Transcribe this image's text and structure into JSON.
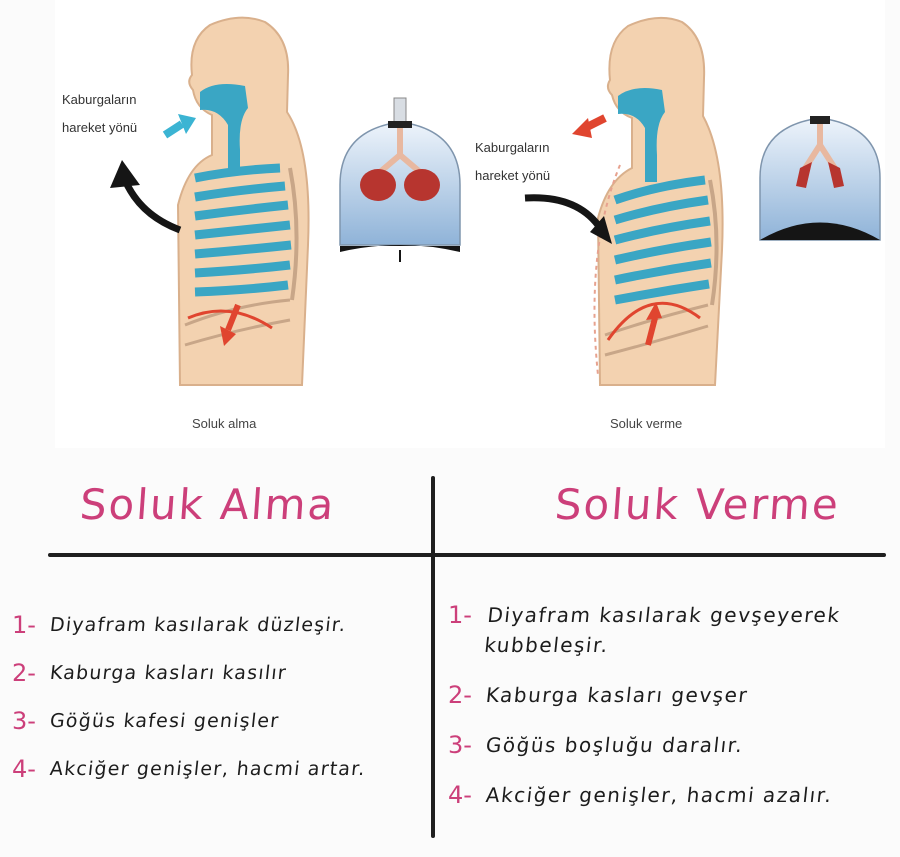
{
  "illustration": {
    "inhale": {
      "rib_label_line1": "Kaburgaların",
      "rib_label_line2": "hareket yönü",
      "caption": "Soluk alma"
    },
    "exhale": {
      "rib_label_line1": "Kaburgaların",
      "rib_label_line2": "hareket yönü",
      "caption": "Soluk verme"
    },
    "colors": {
      "skin": "#f3d2b0",
      "airway": "#3aa6c4",
      "arrow_red": "#e0452f",
      "arrow_cyan": "#3bb4d3",
      "jar": "#c9ddf0",
      "lung": "#b7352f"
    }
  },
  "table": {
    "left_heading": "Soluk Alma",
    "right_heading": "Soluk Verme",
    "left_items": [
      {
        "num": "1-",
        "text": "Diyafram kasılarak düzleşir."
      },
      {
        "num": "2-",
        "text": "Kaburga kasları kasılır"
      },
      {
        "num": "3-",
        "text": "Göğüs kafesi genişler"
      },
      {
        "num": "4-",
        "text": "Akciğer genişler, hacmi artar."
      }
    ],
    "right_items": [
      {
        "num": "1-",
        "text": "Diyafram kasılarak gevşeyerek kubbeleşir."
      },
      {
        "num": "2-",
        "text": "Kaburga kasları gevşer"
      },
      {
        "num": "3-",
        "text": "Göğüs boşluğu daralır."
      },
      {
        "num": "4-",
        "text": "Akciğer genişler, hacmi azalır."
      }
    ],
    "colors": {
      "heading": "#cc3f7a",
      "number": "#cc3f7a",
      "text": "#1c1c1c",
      "rule": "#1f1f1f"
    }
  }
}
